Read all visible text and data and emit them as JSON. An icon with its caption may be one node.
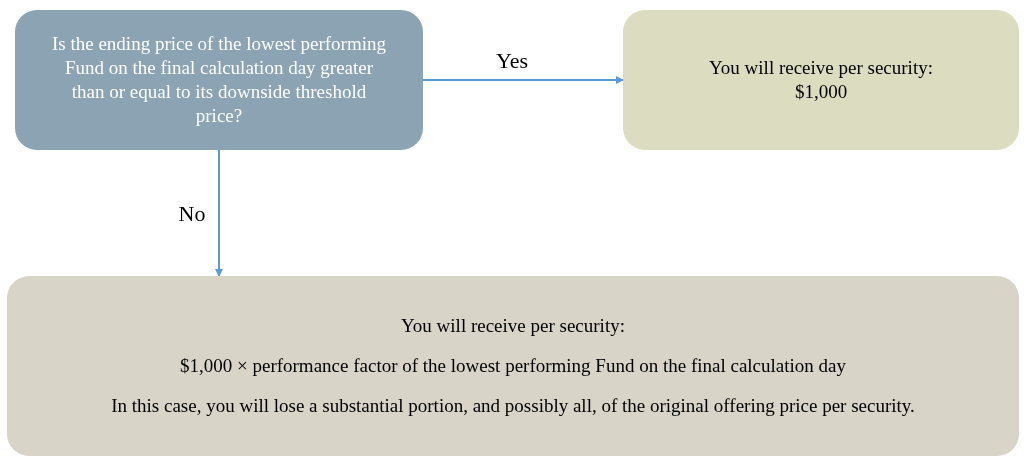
{
  "diagram": {
    "nodes": [
      {
        "text": [
          "Is the ending price of the lowest performing Fund on the final calculation day greater than or equal to its downside threshold price?"
        ]
      },
      {
        "text": [
          "You will receive per security:",
          "$1,000"
        ]
      },
      {
        "text": [
          "You will receive per security:",
          "$1,000 × performance  factor of the lowest performing Fund on the final calculation day",
          "In this case, you will lose a substantial portion, and possibly all, of the original offering price per security."
        ]
      }
    ],
    "edges": [
      {
        "from": 0,
        "to": 1,
        "arrow": "to",
        "label": "Yes"
      },
      {
        "from": 0,
        "to": 2,
        "arrow": "to",
        "label": "No"
      }
    ]
  }
}
